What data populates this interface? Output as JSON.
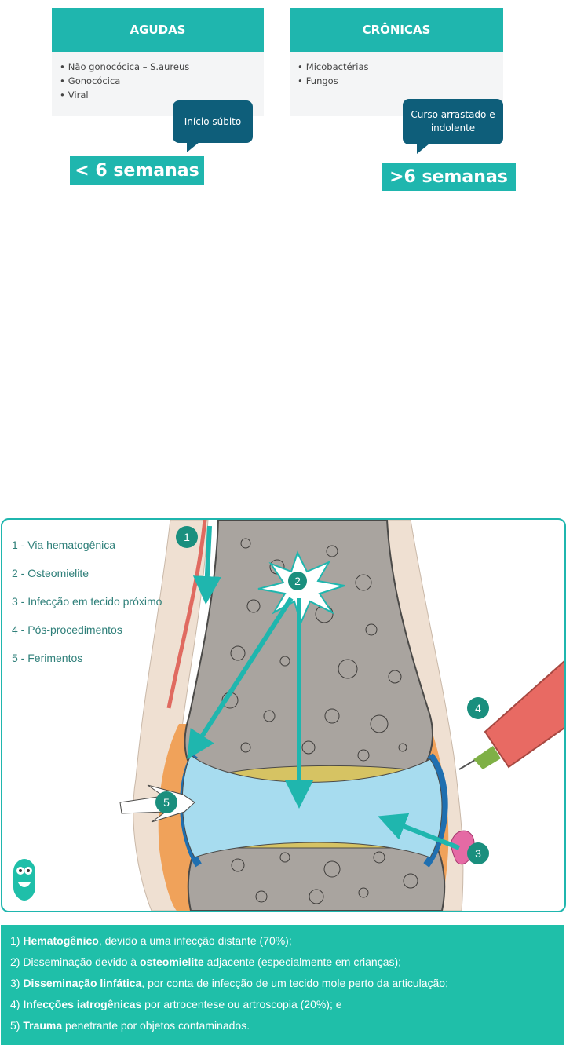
{
  "classification": {
    "acute": {
      "title": "AGUDAS",
      "items": [
        "Não gonocócica – S.aureus",
        "Gonocócica",
        "Viral"
      ],
      "bubble": "Início súbito",
      "duration": "< 6 semanas"
    },
    "chronic": {
      "title": "CRÔNICAS",
      "items": [
        "Micobactérias",
        "Fungos"
      ],
      "bubble_line1": "Curso arrastado e",
      "bubble_line2": "indolente",
      "duration": ">6 semanas"
    }
  },
  "diagram": {
    "legend": [
      "1 - Via hematogênica",
      "2 - Osteomielite",
      "3 - Infecção em tecido próximo",
      "4 - Pós-procedimentos",
      "5 - Ferimentos"
    ],
    "markers": [
      "1",
      "2",
      "3",
      "4",
      "5"
    ],
    "colors": {
      "accent": "#1fb6ae",
      "marker": "#1a8f7e",
      "bone": "#a9a49f",
      "cartilage": "#d6c363",
      "synovial_fluid": "#a7dcef",
      "capsule": "#1f6fb0",
      "fat": "#f0a25a",
      "skin": "#efe0d2",
      "syringe": "#e86a63",
      "footer": "#1fbfa9"
    },
    "icons": [
      "owl-logo-icon",
      "syringe-icon"
    ]
  },
  "routes": [
    {
      "n": "1)",
      "bold": "Hematogênico",
      "pre": "",
      "post": ", devido a uma infecção distante (70%);"
    },
    {
      "n": "2)",
      "pre": "Disseminação devido à ",
      "bold": "osteomielite",
      "post": " adjacente (especialmente em crianças);"
    },
    {
      "n": "3)",
      "pre": "",
      "bold": "Disseminação linfática",
      "post": ", por conta de infecção de um tecido mole perto da articulação;"
    },
    {
      "n": "4)",
      "pre": "",
      "bold": "Infecções iatrogênicas",
      "post": " por artrocentese ou artroscopia (20%); e"
    },
    {
      "n": "5)",
      "pre": "",
      "bold": "Trauma",
      "post": " penetrante por objetos contaminados."
    }
  ]
}
